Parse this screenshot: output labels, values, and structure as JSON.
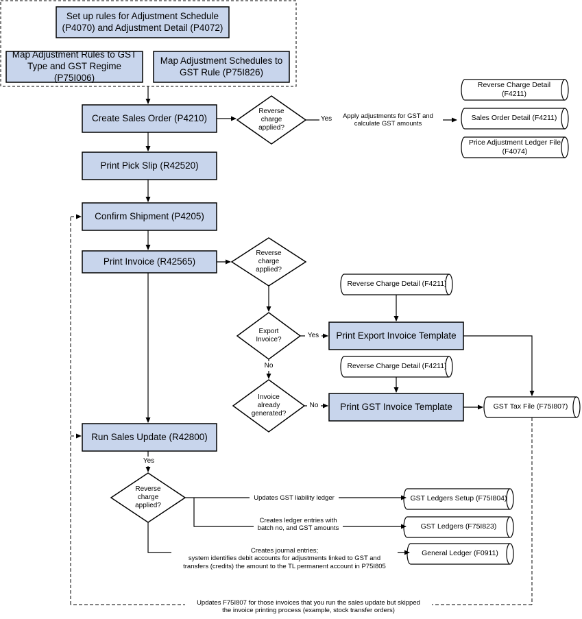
{
  "setup": {
    "rules": "Set up rules for Adjustment Schedule (P4070) and Adjustment Detail (P4072)",
    "map_rules": "Map Adjustment Rules to GST Type and GST Regime (P75I006)",
    "map_schedules": "Map Adjustment Schedules to GST Rule (P75I826)"
  },
  "process": {
    "create_sales_order": "Create Sales Order (P4210)",
    "print_pick_slip": "Print Pick Slip (R42520)",
    "confirm_shipment": "Confirm Shipment (P4205)",
    "print_invoice": "Print Invoice (R42565)",
    "print_export_invoice": "Print Export Invoice Template",
    "print_gst_invoice": "Print GST Invoice Template",
    "run_sales_update": "Run Sales Update (R42800)"
  },
  "decisions": {
    "reverse_charge_1": "Reverse charge applied?",
    "reverse_charge_2": "Reverse charge applied?",
    "export_invoice": "Export Invoice?",
    "invoice_generated": "Invoice already generated?",
    "reverse_charge_3": "Reverse charge applied?"
  },
  "datastores": {
    "reverse_charge_detail_1": "Reverse Charge Detail (F4211)",
    "sales_order_detail": "Sales Order Detail (F4211)",
    "price_adjustment_ledger": "Price Adjustment Ledger File (F4074)",
    "reverse_charge_detail_2": "Reverse Charge Detail (F4211)",
    "reverse_charge_detail_3": "Reverse Charge Detail (F4211)",
    "gst_tax_file": "GST Tax File (F75I807)",
    "gst_ledgers_setup": "GST Ledgers Setup (F75I804)",
    "gst_ledgers": "GST Ledgers (F75I823)",
    "general_ledger": "General Ledger (F0911)"
  },
  "labels": {
    "yes_1": "Yes",
    "apply_adjustments": "Apply adjustments for GST and calculate GST amounts",
    "yes_export": "Yes",
    "no_export": "No",
    "no_generated": "No",
    "yes_update": "Yes",
    "updates_liability": "Updates GST liability ledger",
    "creates_ledger_entries": "Creates ledger entries with batch no, and GST amounts",
    "creates_journal_1": "Creates journal entries;",
    "creates_journal_2": "system identifies debit accounts for adjustments linked to GST and",
    "creates_journal_3": "transfers (credits) the amount to the TL permanent account in P75I805",
    "updates_f75i807_1": "Updates F75I807 for those invoices that you run the sales update but skipped",
    "updates_f75i807_2": "the invoice printing process (example, stock transfer orders)"
  }
}
